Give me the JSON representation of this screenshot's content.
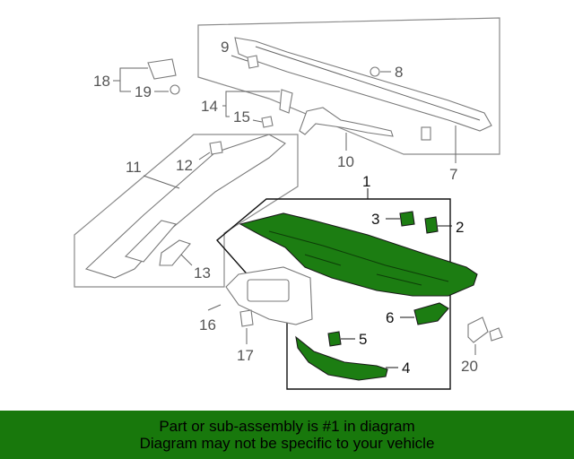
{
  "callouts": {
    "c1": "1",
    "c2": "2",
    "c3": "3",
    "c4": "4",
    "c5": "5",
    "c6": "6",
    "c7": "7",
    "c8": "8",
    "c9": "9",
    "c10": "10",
    "c11": "11",
    "c12": "12",
    "c13": "13",
    "c14": "14",
    "c15": "15",
    "c16": "16",
    "c17": "17",
    "c18": "18",
    "c19": "19",
    "c20": "20"
  },
  "banner": {
    "line1": "Part or sub-assembly is #1 in diagram",
    "line2": "Diagram may not be specific to your vehicle"
  },
  "colors": {
    "highlight_part": "#1c7d12",
    "banner_background": "#18780c",
    "line_gray": "#8a8a8a"
  }
}
